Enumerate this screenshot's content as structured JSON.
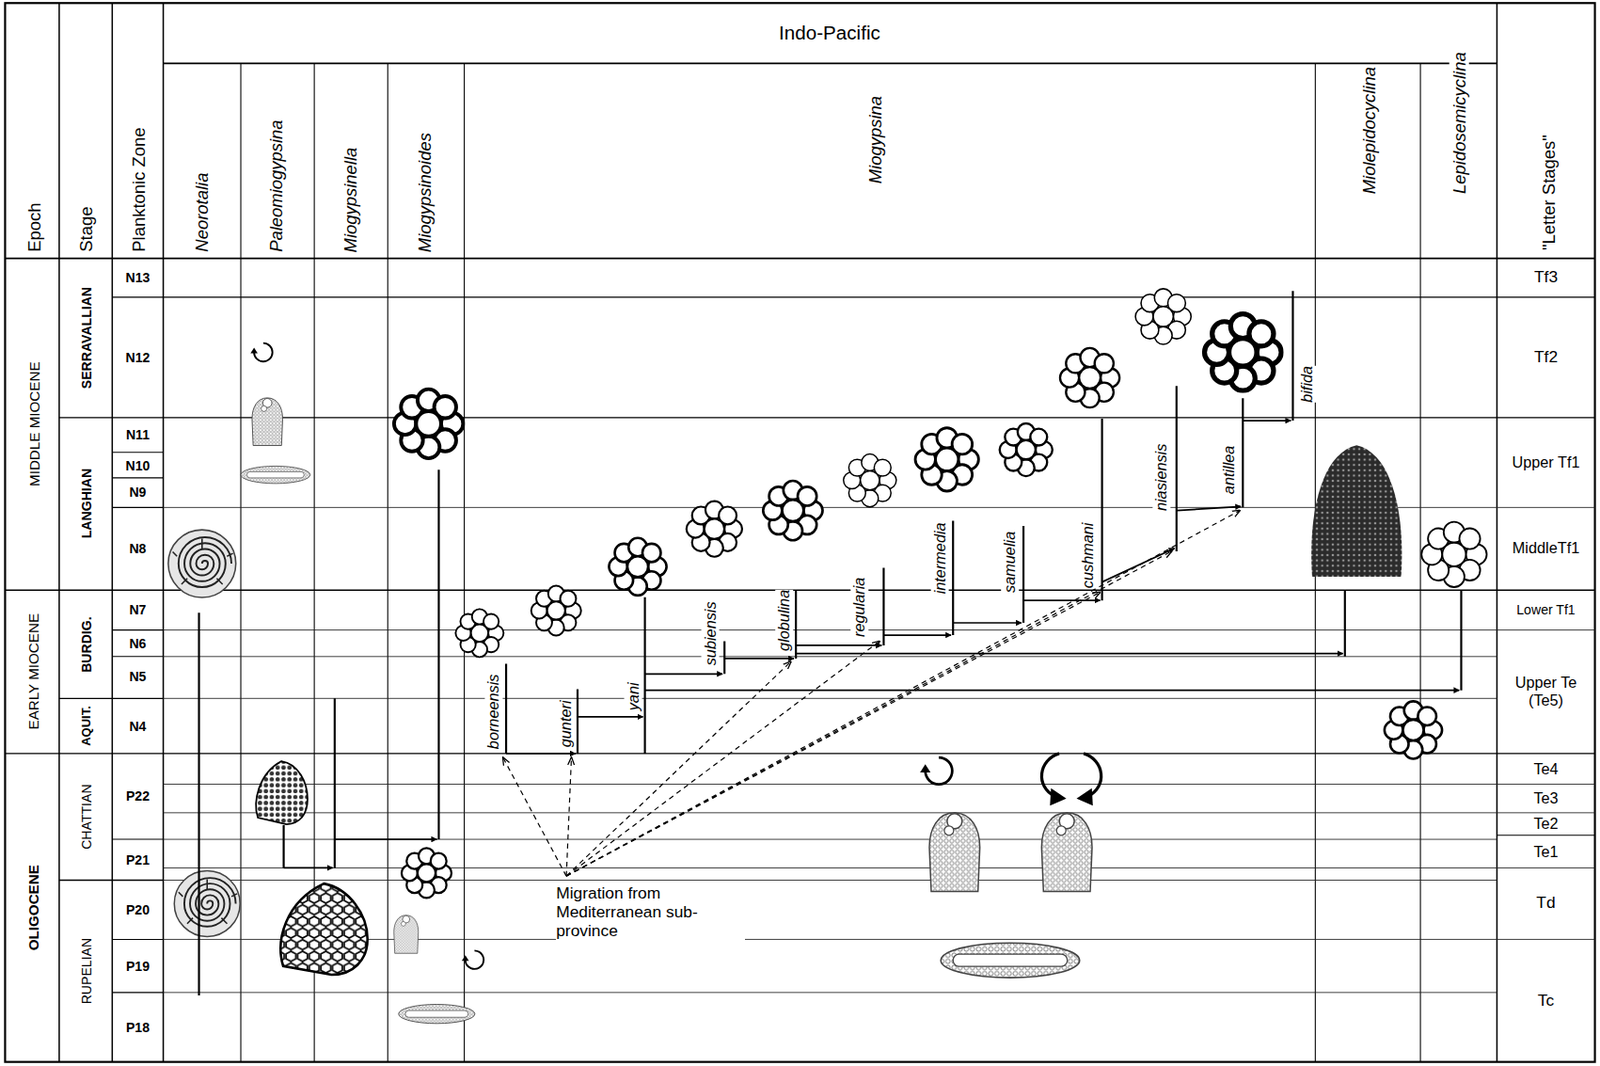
{
  "diagram": {
    "labels": [
      "Indo-Pacific",
      "Epoch",
      "Stage",
      "Planktonic Zone",
      "Neorotalia",
      "Paleomiogypsina",
      "Miogypsinella",
      "Miogypsinoides",
      "Miogypsina",
      "Miolepidocyclina",
      "Lepidosemicyclina",
      "\"Letter Stages\"",
      "MIDDLE MIOCENE",
      "EARLY MIOCENE",
      "OLIGOCENE",
      "SERRAVALLIAN",
      "LANGHIAN",
      "BURDIG.",
      "AQUIT.",
      "CHATTIAN",
      "RUPELIAN",
      "N13",
      "N12",
      "N11",
      "N10",
      "N9",
      "N8",
      "N7",
      "N6",
      "N5",
      "N4",
      "P22",
      "P21",
      "P20",
      "P19",
      "P18",
      "Tf3",
      "Tf2",
      "Upper Tf1",
      "MiddleTf1",
      "Lower Tf1",
      "Upper Te (Te5)",
      "Te4",
      "Te3",
      "Te2",
      "Te1",
      "Td",
      "Tc",
      "borneensis",
      "gunteri",
      "yani",
      "subiensis",
      "globulina",
      "regularia",
      "intermedia",
      "samuelia",
      "cushmani",
      "niasiensis",
      "antillea",
      "bifida",
      "Migration from Mediterranean sub-province"
    ]
  }
}
